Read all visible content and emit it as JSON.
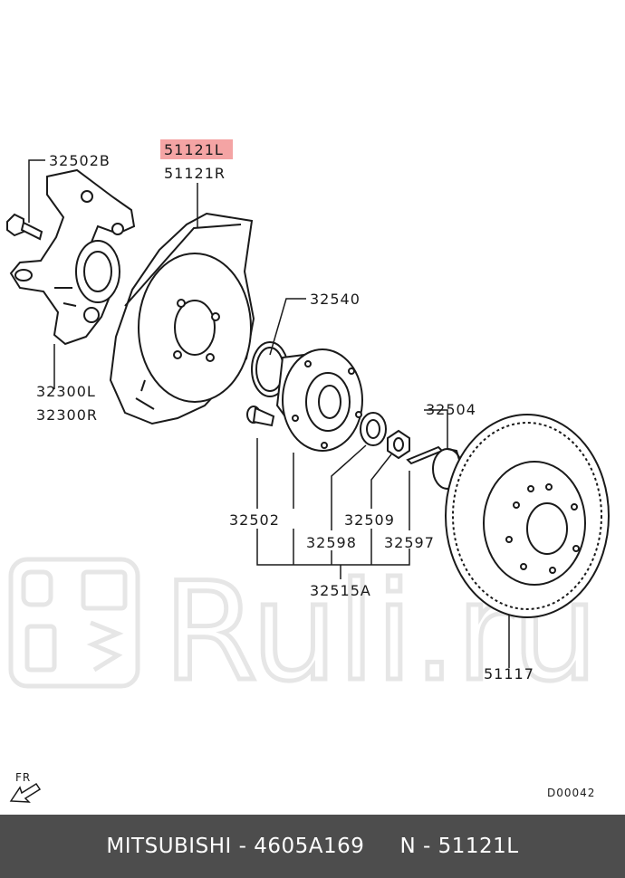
{
  "labels": {
    "knuckle_bolt": "32502B",
    "dust_shield_left": "51121L",
    "dust_shield_right": "51121R",
    "knuckle_left": "32300L",
    "knuckle_right": "32300R",
    "hub_seal": "32540",
    "hub_cap": "32504",
    "hub_bolt": "32502",
    "hub_nut": "32509",
    "bearing": "32598",
    "cotter_pin": "32597",
    "hub_assembly": "32515A",
    "brake_disc": "51117",
    "front_marker": "FR",
    "diagram_code": "D00042"
  },
  "watermark": "Ruli.ru",
  "colors": {
    "highlight": "#f4a4a4",
    "footer_bg": "#4d4d4d",
    "watermark": "#e6e6e6"
  },
  "footer": {
    "brand": "MITSUBISHI",
    "sep1": " - ",
    "part_number": "4605A169",
    "gap": "     ",
    "ref_prefix": "N - ",
    "ref": "51121L"
  }
}
